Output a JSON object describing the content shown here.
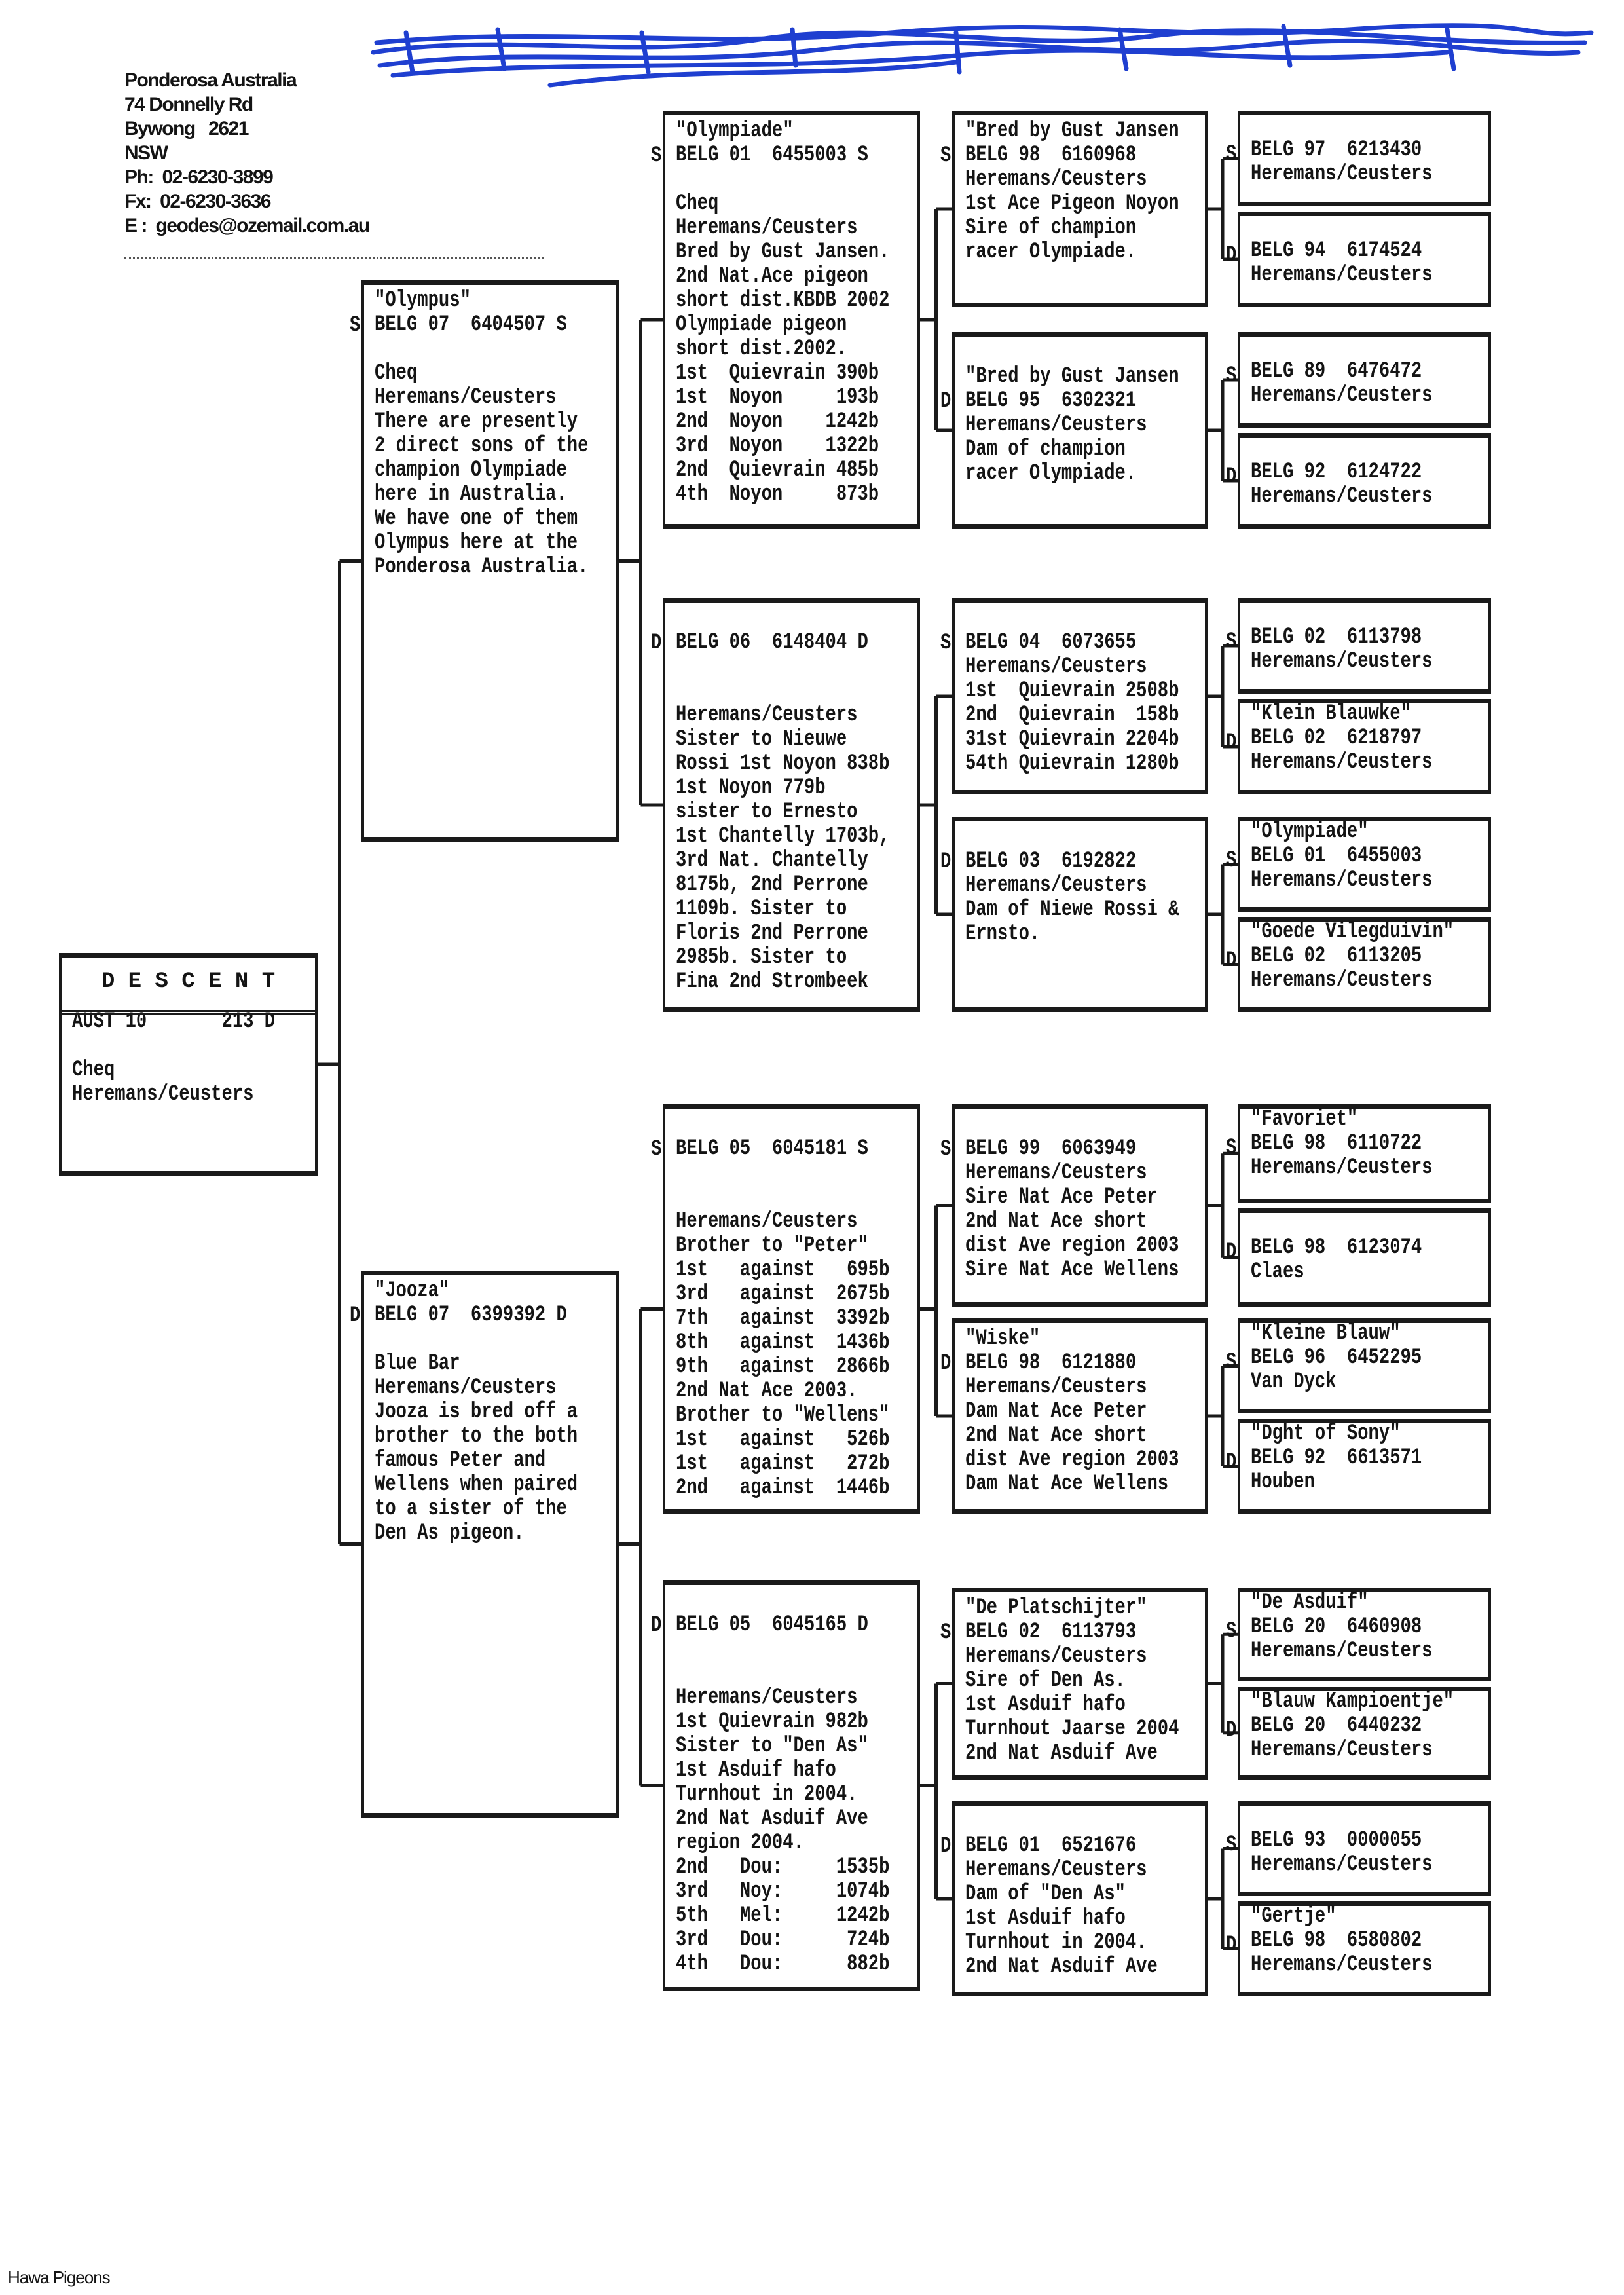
{
  "header": {
    "address_lines": [
      "Ponderosa Australia",
      "74 Donnelly Rd",
      "Bywong   2621",
      "NSW",
      "Ph:  02-6230-3899",
      "Fx:  02-6230-3636",
      "E :  geodes@ozemail.com.au"
    ]
  },
  "colors": {
    "ink": "#141414",
    "scribble": "#1f3fd0"
  },
  "descent_title": "D E S C E N T",
  "pedigree": {
    "subject": {
      "marker": "",
      "lines": [
        "",
        "",
        "AUST 10       213 D",
        "",
        "Cheq",
        "Heremans/Ceusters"
      ]
    },
    "gen2": [
      {
        "marker": "S",
        "lines": [
          "\"Olympus\"",
          "BELG 07  6404507 S",
          "",
          "Cheq",
          "Heremans/Ceusters",
          "There are presently",
          "2 direct sons of the",
          "champion Olympiade",
          "here in Australia.",
          "We have one of them",
          "Olympus here at the",
          "Ponderosa Australia."
        ]
      },
      {
        "marker": "D",
        "lines": [
          "\"Jooza\"",
          "BELG 07  6399392 D",
          "",
          "Blue Bar",
          "Heremans/Ceusters",
          "Jooza is bred off a",
          "brother to the both",
          "famous Peter and",
          "Wellens when paired",
          "to a sister of the",
          "Den As pigeon."
        ]
      }
    ],
    "gen3": [
      {
        "marker": "S",
        "lines": [
          "\"Olympiade\"",
          "BELG 01  6455003 S",
          "",
          "Cheq",
          "Heremans/Ceusters",
          "Bred by Gust Jansen.",
          "2nd Nat.Ace pigeon",
          "short dist.KBDB 2002",
          "Olympiade pigeon",
          "short dist.2002.",
          "1st  Quievrain 390b",
          "1st  Noyon     193b",
          "2nd  Noyon    1242b",
          "3rd  Noyon    1322b",
          "2nd  Quievrain 485b",
          "4th  Noyon     873b"
        ]
      },
      {
        "marker": "D",
        "lines": [
          "",
          "BELG 06  6148404 D",
          "",
          "",
          "Heremans/Ceusters",
          "Sister to Nieuwe",
          "Rossi 1st Noyon 838b",
          "1st Noyon 779b",
          "sister to Ernesto",
          "1st Chantelly 1703b,",
          "3rd Nat. Chantelly",
          "8175b, 2nd Perrone",
          "1109b. Sister to",
          "Floris 2nd Perrone",
          "2985b. Sister to",
          "Fina 2nd Strombeek"
        ]
      },
      {
        "marker": "S",
        "lines": [
          "",
          "BELG 05  6045181 S",
          "",
          "",
          "Heremans/Ceusters",
          "Brother to \"Peter\"",
          "1st   against   695b",
          "3rd   against  2675b",
          "7th   against  3392b",
          "8th   against  1436b",
          "9th   against  2866b",
          "2nd Nat Ace 2003.",
          "Brother to \"Wellens\"",
          "1st   against   526b",
          "1st   against   272b",
          "2nd   against  1446b"
        ]
      },
      {
        "marker": "D",
        "lines": [
          "",
          "BELG 05  6045165 D",
          "",
          "",
          "Heremans/Ceusters",
          "1st Quievrain 982b",
          "Sister to \"Den As\"",
          "1st Asduif hafo",
          "Turnhout in 2004.",
          "2nd Nat Asduif Ave",
          "region 2004.",
          "2nd   Dou:     1535b",
          "3rd   Noy:     1074b",
          "5th   Mel:     1242b",
          "3rd   Dou:      724b",
          "4th   Dou:      882b"
        ]
      }
    ],
    "gen4": [
      {
        "marker": "S",
        "lines": [
          "\"Bred by Gust Jansen",
          "BELG 98  6160968",
          "Heremans/Ceusters",
          "1st Ace Pigeon Noyon",
          "Sire of champion",
          "racer Olympiade."
        ]
      },
      {
        "marker": "D",
        "lines": [
          "",
          "\"Bred by Gust Jansen",
          "BELG 95  6302321",
          "Heremans/Ceusters",
          "Dam of champion",
          "racer Olympiade."
        ]
      },
      {
        "marker": "S",
        "lines": [
          "",
          "BELG 04  6073655",
          "Heremans/Ceusters",
          "1st  Quievrain 2508b",
          "2nd  Quievrain  158b",
          "31st Quievrain 2204b",
          "54th Quievrain 1280b"
        ]
      },
      {
        "marker": "D",
        "lines": [
          "",
          "BELG 03  6192822",
          "Heremans/Ceusters",
          "Dam of Niewe Rossi &",
          "Ernsto."
        ]
      },
      {
        "marker": "S",
        "lines": [
          "",
          "BELG 99  6063949",
          "Heremans/Ceusters",
          "Sire Nat Ace Peter",
          "2nd Nat Ace short",
          "dist Ave region 2003",
          "Sire Nat Ace Wellens"
        ]
      },
      {
        "marker": "D",
        "lines": [
          "\"Wiske\"",
          "BELG 98  6121880",
          "Heremans/Ceusters",
          "Dam Nat Ace Peter",
          "2nd Nat Ace short",
          "dist Ave region 2003",
          "Dam Nat Ace Wellens"
        ]
      },
      {
        "marker": "S",
        "lines": [
          "\"De Platschijter\"",
          "BELG 02  6113793",
          "Heremans/Ceusters",
          "Sire of Den As.",
          "1st Asduif hafo",
          "Turnhout Jaarse 2004",
          "2nd Nat Asduif Ave"
        ]
      },
      {
        "marker": "D",
        "lines": [
          "",
          "BELG 01  6521676",
          "Heremans/Ceusters",
          "Dam of \"Den As\"",
          "1st Asduif hafo",
          "Turnhout in 2004.",
          "2nd Nat Asduif Ave"
        ]
      }
    ],
    "gen5": [
      {
        "marker": "S",
        "lines": [
          "",
          "BELG 97  6213430",
          "Heremans/Ceusters"
        ]
      },
      {
        "marker": "D",
        "lines": [
          "",
          "BELG 94  6174524",
          "Heremans/Ceusters"
        ]
      },
      {
        "marker": "S",
        "lines": [
          "",
          "BELG 89  6476472",
          "Heremans/Ceusters"
        ]
      },
      {
        "marker": "D",
        "lines": [
          "",
          "BELG 92  6124722",
          "Heremans/Ceusters"
        ]
      },
      {
        "marker": "S",
        "lines": [
          "",
          "BELG 02  6113798",
          "Heremans/Ceusters"
        ]
      },
      {
        "marker": "D",
        "lines": [
          "\"Klein Blauwke\"",
          "BELG 02  6218797",
          "Heremans/Ceusters"
        ]
      },
      {
        "marker": "S",
        "lines": [
          "\"Olympiade\"",
          "BELG 01  6455003",
          "Heremans/Ceusters"
        ]
      },
      {
        "marker": "D",
        "lines": [
          "\"Goede Vilegduivin\"",
          "BELG 02  6113205",
          "Heremans/Ceusters"
        ]
      },
      {
        "marker": "S",
        "lines": [
          "\"Favoriet\"",
          "BELG 98  6110722",
          "Heremans/Ceusters"
        ]
      },
      {
        "marker": "D",
        "lines": [
          "",
          "BELG 98  6123074",
          "Claes"
        ]
      },
      {
        "marker": "S",
        "lines": [
          "\"Kleine Blauw\"",
          "BELG 96  6452295",
          "Van Dyck"
        ]
      },
      {
        "marker": "D",
        "lines": [
          "\"Dght of Sony\"",
          "BELG 92  6613571",
          "Houben"
        ]
      },
      {
        "marker": "S",
        "lines": [
          "\"De Asduif\"",
          "BELG 20  6460908",
          "Heremans/Ceusters"
        ]
      },
      {
        "marker": "D",
        "lines": [
          "\"Blauw Kampioentje\"",
          "BELG 20  6440232",
          "Heremans/Ceusters"
        ]
      },
      {
        "marker": "S",
        "lines": [
          "",
          "BELG 93  0000055",
          "Heremans/Ceusters"
        ]
      },
      {
        "marker": "D",
        "lines": [
          "\"Gertje\"",
          "BELG 98  6580802",
          "Heremans/Ceusters"
        ]
      }
    ]
  },
  "footer": "Hawa Pigeons"
}
